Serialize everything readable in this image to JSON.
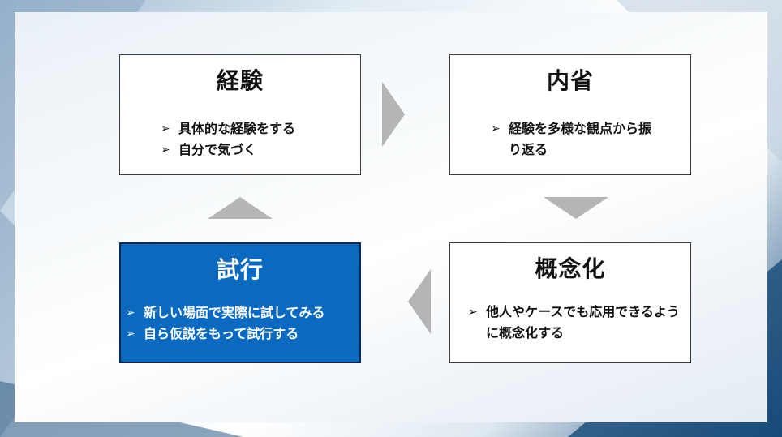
{
  "colors": {
    "highlight_box": "#0b6abf",
    "highlight_border": "#0d2a57",
    "arrow": "#b5b5b5",
    "box_border": "#3b3b3b"
  },
  "cycle": {
    "experience": {
      "title": "経験",
      "bullets": [
        "具体的な経験をする",
        "自分で気づく"
      ]
    },
    "reflection": {
      "title": "内省",
      "bullets": [
        "経験を多様な観点から振り返る"
      ]
    },
    "conceptualization": {
      "title": "概念化",
      "bullets": [
        "他人やケースでも応用できるように概念化する"
      ]
    },
    "experimentation": {
      "title": "試行",
      "bullets": [
        "新しい場面で実際に試してみる",
        "自ら仮説をもって試行する"
      ]
    },
    "bullet_marker": "➢"
  }
}
